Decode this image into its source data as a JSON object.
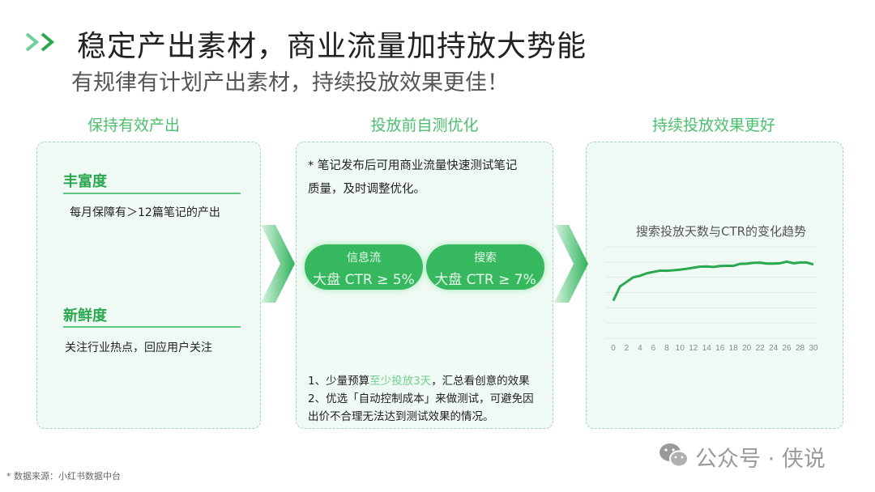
{
  "header": {
    "title": "稳定产出素材，商业流量加持放大势能",
    "subtitle": "有规律有计划产出素材，持续投放效果更佳！"
  },
  "columns": [
    {
      "heading": "保持有效产出",
      "sections": [
        {
          "title": "丰富度",
          "text": "每月保障有＞12篇笔记的产出"
        },
        {
          "title": "新鲜度",
          "text": "关注行业热点，回应用户关注"
        }
      ]
    },
    {
      "heading": "投放前自测优化",
      "note": [
        "* 笔记发布后可用商业流量快速测试笔记",
        "质量，及时调整优化。"
      ],
      "pills": [
        {
          "label": "信息流",
          "value": "大盘 CTR ≥ 5%"
        },
        {
          "label": "搜索",
          "value": "大盘 CTR ≥ 7%"
        }
      ],
      "tips": {
        "line1_pre": "1、少量预算",
        "line1_hl": "至少投放3天",
        "line1_post": "，汇总看创意的效果",
        "line2": "2、优选「自动控制成本」来做测试，可避免因",
        "line3": "出价不合理无法达到测试效果的情况。"
      }
    },
    {
      "heading": "持续投放效果更好"
    }
  ],
  "chart_data": {
    "type": "line",
    "title": "搜索投放天数与CTR的变化趋势",
    "xlabel": "",
    "ylabel": "",
    "x": [
      0,
      1,
      2,
      3,
      4,
      5,
      6,
      7,
      8,
      9,
      10,
      11,
      12,
      13,
      14,
      15,
      16,
      17,
      18,
      19,
      20,
      21,
      22,
      23,
      24,
      25,
      26,
      27,
      28,
      29,
      30
    ],
    "xticks": [
      "0",
      "2",
      "4",
      "6",
      "8",
      "10",
      "12",
      "14",
      "16",
      "18",
      "20",
      "22",
      "24",
      "26",
      "28",
      "30"
    ],
    "values": [
      2.46,
      3.4,
      3.7,
      4.0,
      4.1,
      4.26,
      4.35,
      4.44,
      4.43,
      4.46,
      4.5,
      4.56,
      4.63,
      4.7,
      4.71,
      4.68,
      4.74,
      4.75,
      4.75,
      4.88,
      4.89,
      4.95,
      4.96,
      4.9,
      4.9,
      4.92,
      5.03,
      4.92,
      4.97,
      4.97,
      4.84
    ],
    "ylim": [
      0,
      6
    ],
    "grid": true,
    "line_color": "#2aa84f"
  },
  "footer": {
    "source": "* 数据来源：小红书数据中台",
    "watermark": "公众号 · 侠说"
  },
  "colors": {
    "accent": "#2aa84f",
    "panel_bg": "#f0faf4",
    "pill": "#36b85e"
  }
}
